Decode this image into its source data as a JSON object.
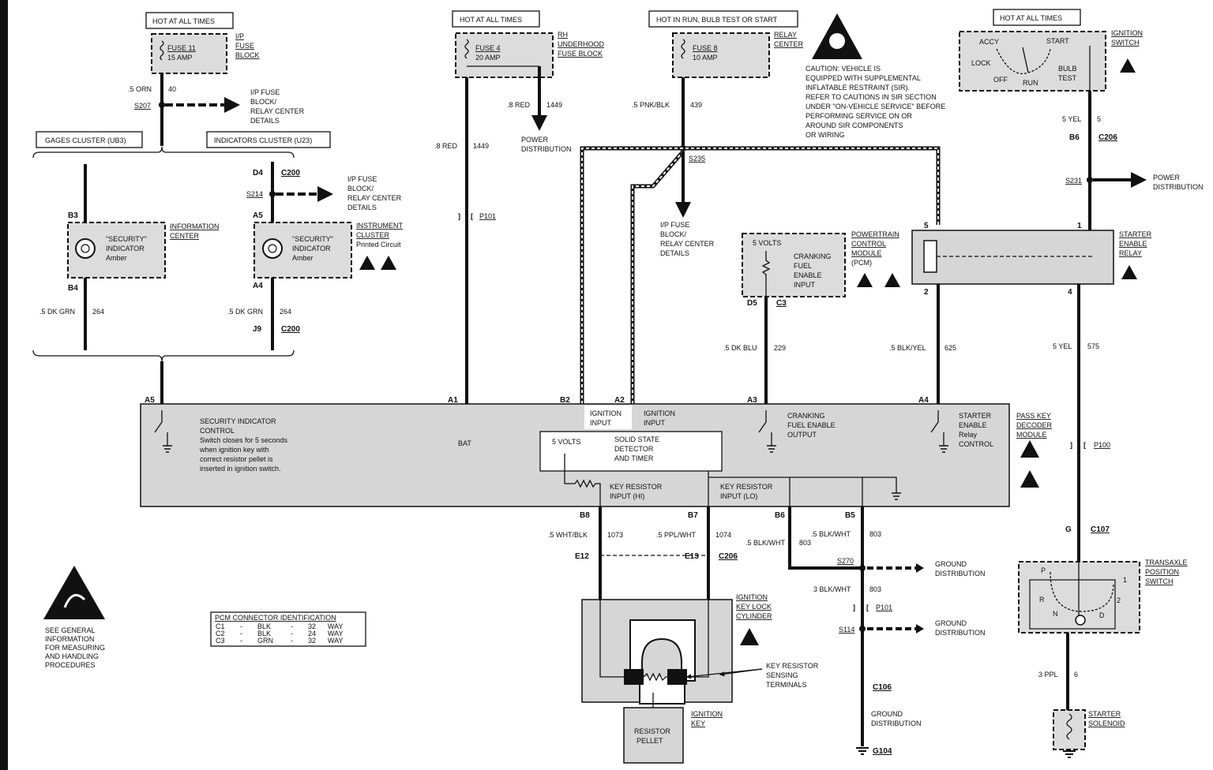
{
  "hot": {
    "ip": "HOT AT ALL TIMES",
    "rh": "HOT AT ALL TIMES",
    "run": "HOT IN RUN, BULB TEST OR START",
    "ign": "HOT AT ALL TIMES"
  },
  "fuses": {
    "f11_name": "FUSE 11",
    "f11_amp": "15 AMP",
    "f11_block": [
      "I/P",
      "FUSE",
      "BLOCK"
    ],
    "f4_name": "FUSE 4",
    "f4_amp": "20 AMP",
    "f4_block": [
      "RH",
      "UNDERHOOD",
      "FUSE BLOCK"
    ],
    "f8_name": "FUSE 8",
    "f8_amp": "10 AMP",
    "f8_block": [
      "RELAY",
      "CENTER"
    ]
  },
  "caution": [
    "CAUTION: VEHICLE IS",
    "EQUIPPED WITH SUPPLEMENTAL",
    "INFLATABLE RESTRAINT (SIR).",
    "REFER TO CAUTIONS IN SIR SECTION",
    "UNDER \"ON-VEHICLE SERVICE\" BEFORE",
    "PERFORMING SERVICE ON OR",
    "AROUND SIR COMPONENTS",
    "OR WIRING"
  ],
  "ignition_switch": {
    "positions": [
      "ACCY",
      "START",
      "LOCK",
      "OFF",
      "RUN",
      "BULB",
      "TEST"
    ],
    "label": [
      "IGNITION",
      "SWITCH"
    ]
  },
  "wires": {
    "w40": {
      "gauge": ".5 ORN",
      "num": "40"
    },
    "w1449a": {
      "gauge": ".8 RED",
      "num": "1449"
    },
    "w1449b": {
      "gauge": ".8 RED",
      "num": "1449"
    },
    "w439": {
      "gauge": ".5 PNK/BLK",
      "num": "439"
    },
    "w5a": {
      "gauge": "5 YEL",
      "num": "5"
    },
    "w264a": {
      "gauge": ".5 DK GRN",
      "num": "264"
    },
    "w264b": {
      "gauge": ".5 DK GRN",
      "num": "264"
    },
    "w229": {
      "gauge": ".5 DK BLU",
      "num": "229"
    },
    "w625": {
      "gauge": ".5 BLK/YEL",
      "num": "625"
    },
    "w575": {
      "gauge": "5 YEL",
      "num": "575"
    },
    "w1073": {
      "gauge": ".5 WHT/BLK",
      "num": "1073"
    },
    "w1074": {
      "gauge": ".5 PPL/WHT",
      "num": "1074"
    },
    "w803a": {
      "gauge": ".5 BLK/WHT",
      "num": "803"
    },
    "w803b": {
      "gauge": ".5 BLK/WHT",
      "num": "803"
    },
    "w803c": {
      "gauge": "3 BLK/WHT",
      "num": "803"
    },
    "w6": {
      "gauge": "3 PPL",
      "num": "6"
    }
  },
  "splices": {
    "s207": "S207",
    "s214": "S214",
    "s235": "S235",
    "s231": "S231",
    "s270": "S270",
    "s114": "S114"
  },
  "connectors": {
    "c200a": "C200",
    "c200b": "C200",
    "c206a": "C206",
    "c206b": "C206",
    "c107": "C107",
    "c106": "C106",
    "c3": "C3",
    "p101a": "P101",
    "p101b": "P101",
    "p100": "P100",
    "g104": "G104"
  },
  "pins": {
    "d4": "D4",
    "a5a": "A5",
    "a4a": "A4",
    "j9": "J9",
    "b3": "B3",
    "b4": "B4",
    "d5": "D5",
    "p5": "5",
    "p2": "2",
    "p1": "1",
    "p4": "4",
    "b6top": "B6",
    "g": "G",
    "e12": "E12",
    "e13": "E13",
    "a5": "A5",
    "a1": "A1",
    "b2": "B2",
    "a2": "A2",
    "a3": "A3",
    "a4": "A4",
    "b8": "B8",
    "b7": "B7",
    "b6": "B6",
    "b5": "B5"
  },
  "labels": {
    "ipfuse_detail1": [
      "I/P FUSE",
      "BLOCK/",
      "RELAY CENTER",
      "DETAILS"
    ],
    "ipfuse_detail2": [
      "I/P FUSE",
      "BLOCK/",
      "RELAY CENTER",
      "DETAILS"
    ],
    "ipfuse_detail3": [
      "I/P FUSE",
      "BLOCK/",
      "RELAY CENTER",
      "DETAILS"
    ],
    "power_dist1": [
      "POWER",
      "DISTRIBUTION"
    ],
    "power_dist2": [
      "POWER",
      "DISTRIBUTION"
    ],
    "gages_cluster": "GAGES CLUSTER (UB3)",
    "indicators_cluster": "INDICATORS CLUSTER (U23)",
    "info_center": [
      "INFORMATION",
      "CENTER"
    ],
    "instr_cluster": [
      "INSTRUMENT",
      "CLUSTER"
    ],
    "printed_circuit": "Printed Circuit",
    "security_ind1": [
      "\"SECURITY\"",
      "INDICATOR",
      "Amber"
    ],
    "security_ind2": [
      "\"SECURITY\"",
      "INDICATOR",
      "Amber"
    ],
    "pcm": [
      "POWERTRAIN",
      "CONTROL",
      "MODULE",
      "(PCM)"
    ],
    "pcm_inner": [
      "5 VOLTS",
      "CRANKING",
      "FUEL",
      "ENABLE",
      "INPUT"
    ],
    "starter_relay": [
      "STARTER",
      "ENABLE",
      "RELAY"
    ],
    "pass_key": [
      "PASS KEY",
      "DECODER",
      "MODULE"
    ],
    "sec_ind_ctrl": [
      "SECURITY INDICATOR",
      "CONTROL"
    ],
    "sec_ind_desc": [
      "Switch closes for 5 seconds",
      "when ignition key with",
      "correct resistor pellet is",
      "inserted in ignition switch."
    ],
    "bat": "BAT",
    "ign_input1": [
      "IGNITION",
      "INPUT"
    ],
    "ign_input2": [
      "IGNITION",
      "INPUT"
    ],
    "solid_state": [
      "5 VOLTS",
      "SOLID STATE",
      "DETECTOR",
      "AND TIMER"
    ],
    "key_res_hi": [
      "KEY RESISTOR",
      "INPUT (HI)"
    ],
    "key_res_lo": [
      "KEY RESISTOR",
      "INPUT (LO)"
    ],
    "cranking_out": [
      "CRANKING",
      "FUEL ENABLE",
      "OUTPUT"
    ],
    "starter_ctrl": [
      "STARTER",
      "ENABLE",
      "Relay",
      "CONTROL"
    ],
    "ground_dist1": [
      "GROUND",
      "DISTRIBUTION"
    ],
    "ground_dist2": [
      "GROUND",
      "DISTRIBUTION"
    ],
    "ground_dist3": [
      "GROUND",
      "DISTRIBUTION"
    ],
    "transaxle": [
      "TRANSAXLE",
      "POSITION",
      "SWITCH"
    ],
    "transaxle_pos": [
      "P",
      "R",
      "N",
      "D",
      "1",
      "2"
    ],
    "starter_solenoid": [
      "STARTER",
      "SOLENOID"
    ],
    "ign_key_lock": [
      "IGNITION",
      "KEY LOCK",
      "CYLINDER"
    ],
    "key_res_sense": [
      "KEY RESISTOR",
      "SENSING",
      "TERMINALS"
    ],
    "ignition_key": [
      "IGNITION",
      "KEY"
    ],
    "resistor_pellet": [
      "RESISTOR",
      "PELLET"
    ],
    "esd_note": [
      "SEE GENERAL",
      "INFORMATION",
      "FOR MEASURING",
      "AND HANDLING",
      "PROCEDURES"
    ]
  },
  "pcm_table": {
    "title": "PCM CONNECTOR IDENTIFICATION",
    "rows": [
      [
        "C1",
        "-",
        "BLK",
        "-",
        "32",
        "WAY"
      ],
      [
        "C2",
        "-",
        "BLK",
        "-",
        "24",
        "WAY"
      ],
      [
        "C3",
        "-",
        "GRN",
        "-",
        "32",
        "WAY"
      ]
    ]
  }
}
